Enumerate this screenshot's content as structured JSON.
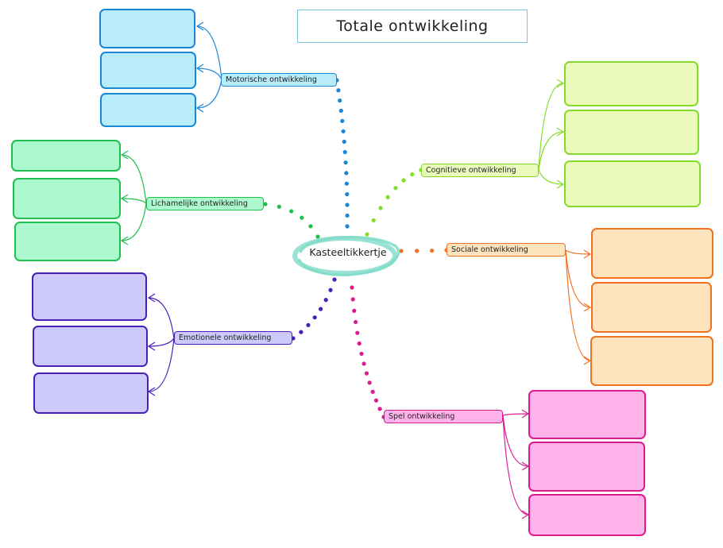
{
  "title": "Totale ontwikkeling",
  "center": {
    "label": "Kasteeltikkertje",
    "color": "#7fdcc8"
  },
  "branches": [
    {
      "id": "motorisch",
      "label": "Motorische ontwikkeling",
      "color": "#1a86d6",
      "fill": "#b8ecfb",
      "children": [
        "",
        "",
        ""
      ]
    },
    {
      "id": "lichamelijk",
      "label": "Lichamelijke ontwikkeling",
      "color": "#1fbf50",
      "fill": "#adf9cf",
      "children": [
        "",
        "",
        ""
      ]
    },
    {
      "id": "emotioneel",
      "label": "Emotionele ontwikkeling",
      "color": "#4a1fb8",
      "fill": "#cec9fb",
      "children": [
        "",
        "",
        ""
      ]
    },
    {
      "id": "cognitief",
      "label": "Cognitieve ontwikkeling",
      "color": "#84dc2a",
      "fill": "#ebfbbc",
      "children": [
        "",
        "",
        ""
      ]
    },
    {
      "id": "sociaal",
      "label": "Sociale ontwikkeling",
      "color": "#f2701f",
      "fill": "#fde4bc",
      "children": [
        "",
        "",
        ""
      ]
    },
    {
      "id": "spel",
      "label": "Spel ontwikkeling",
      "color": "#dc1a8e",
      "fill": "#fdb3ea",
      "children": [
        "",
        "",
        ""
      ]
    }
  ]
}
